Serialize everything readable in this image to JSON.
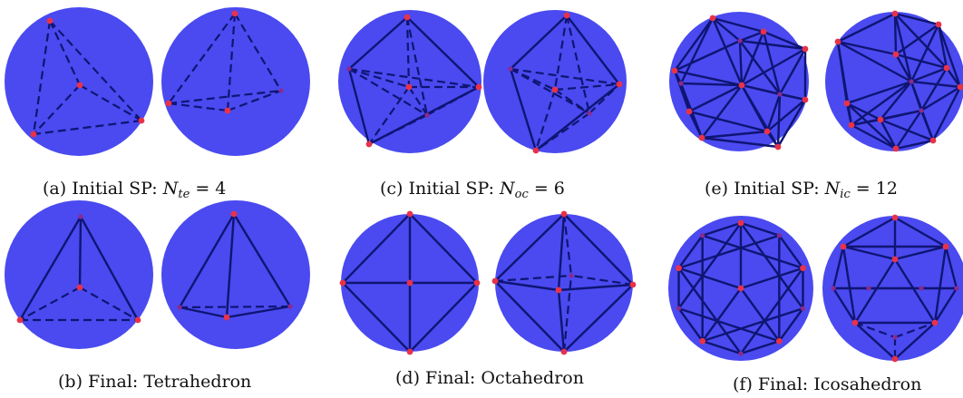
{
  "colors": {
    "sphere": "#4a4af0",
    "edge": "#0f1573",
    "vertex": "#e8324a",
    "vertex_back": "#8a2a8e"
  },
  "captions": {
    "a": {
      "prefix": "(a) Initial SP: ",
      "var": "N",
      "sub": "te",
      "suffix": " = 4"
    },
    "b": {
      "text": "(b) Final: Tetrahedron"
    },
    "c": {
      "prefix": "(c) Initial SP: ",
      "var": "N",
      "sub": "oc",
      "suffix": " = 6"
    },
    "d": {
      "text": "(d) Final: Octahedron"
    },
    "e": {
      "prefix": "(e) Initial SP: ",
      "var": "N",
      "sub": "ic",
      "suffix": " = 12"
    },
    "f": {
      "text": "(f) Final: Icosahedron"
    }
  }
}
